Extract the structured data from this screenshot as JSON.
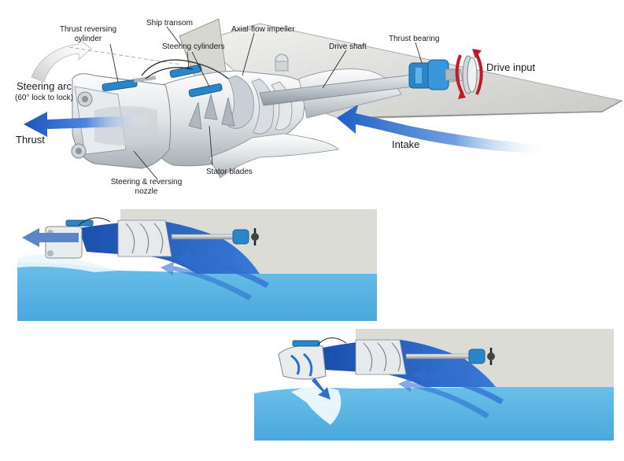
{
  "labels": {
    "thrust_reversing_cylinder": [
      "Thrust reversing",
      "cylinder"
    ],
    "ship_transom": "Ship transom",
    "steering_cylinders": "Steering cylinders",
    "axial_flow_impeller": "Axial-flow impeller",
    "drive_shaft": "Drive shaft",
    "thrust_bearing": "Thrust bearing",
    "drive_input": "Drive input",
    "steering_arc": "Steering arc",
    "steering_arc_sub": "(60° lock to lock)",
    "thrust": "Thrust",
    "stator_blades": "Stator blades",
    "steering_reversing_nozzle": [
      "Steering & reversing",
      "nozzle"
    ],
    "intake": "Intake"
  },
  "colors": {
    "water": "#5bb4e3",
    "jet_blue": "#2f6fd0",
    "hull_grey": "#d9d8d2",
    "metal": "#e8ecef",
    "metal_dark": "#9aa4ab",
    "bearing_blue": "#2a86c9",
    "drive_red": "#c0192a"
  }
}
